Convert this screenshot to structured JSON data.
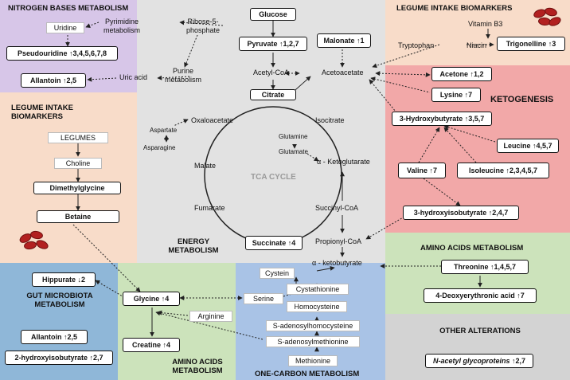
{
  "regions": {
    "nitrogen": {
      "title": "NITROGEN BASES METABOLISM",
      "color": "#d7c6e8"
    },
    "legume_top": {
      "title": "LEGUME INTAKE BIOMARKERS",
      "color": "#f8dcc9"
    },
    "legume_left": {
      "title": "LEGUME INTAKE BIOMARKERS",
      "color": "#f8dcc9"
    },
    "energy": {
      "title": "ENERGY METABOLISM",
      "color": "#e2e2e2"
    },
    "ketogenesis": {
      "title": "KETOGENESIS",
      "color": "#f2a8a8"
    },
    "amino_right": {
      "title": "AMINO ACIDS METABOLISM",
      "color": "#cce3bb"
    },
    "gut": {
      "title": "GUT MICROBIOTA METABOLISM",
      "color": "#8fb7d8"
    },
    "amino_bottom": {
      "title": "AMINO ACIDS METABOLISM",
      "color": "#cce3bb"
    },
    "onecarbon": {
      "title": "ONE-CARBON METABOLISM",
      "color": "#a9c3e6"
    },
    "other": {
      "title": "OTHER ALTERATIONS",
      "color": "#d3d3d3"
    }
  },
  "tca_label": "TCA CYCLE",
  "nodes": {
    "uridine": "Uridine",
    "pyrimidine": "Pyrimidine metabolism",
    "ribose": "Ribose-5-phosphate",
    "pseudouridine": {
      "name": "Pseudouridine",
      "change": "↑3,4,5,6,7,8"
    },
    "purine": "Purine metabolism",
    "uric_acid": "Uric acid",
    "allantoin_top": {
      "name": "Allantoin",
      "change": "↑2,5"
    },
    "glucose": "Glucose",
    "pyruvate": {
      "name": "Pyruvate",
      "change": "↑1,2,7"
    },
    "malonate": {
      "name": "Malonate",
      "change": "↑1"
    },
    "acetyl_coa": "Acetyl-CoA",
    "acetoacetate": "Acetoacetate",
    "vitamin_b3": "Vitamin B3",
    "tryptophan": "Tryptophan",
    "niacin": "Niacin",
    "trigonelline": {
      "name": "Trigonelline",
      "change": "↑3"
    },
    "acetone": {
      "name": "Acetone",
      "change": "↑1,2"
    },
    "lysine": {
      "name": "Lysine",
      "change": "↑7"
    },
    "hydroxybutyrate": {
      "name": "3-Hydroxybutyrate",
      "change": "↑3,5,7"
    },
    "leucine": {
      "name": "Leucine",
      "change": "↑4,5,7"
    },
    "valine": {
      "name": "Valine",
      "change": "↑7"
    },
    "isoleucine": {
      "name": "Isoleucine",
      "change": "↑2,3,4,5,7"
    },
    "hydroxyisobutyrate": {
      "name": "3-hydroxyisobutyrate",
      "change": "↑2,4,7"
    },
    "citrate": "Citrate",
    "oxaloacetate": "Oxaloacetate",
    "isocitrate": "Isocitrate",
    "aspartate": "Aspartate",
    "asparagine": "Asparagine",
    "glutamine": "Glutamine",
    "glutamate": "Glutamate",
    "ketoglutarate": "α - Ketoglutarate",
    "malate": "Malate",
    "fumarate": "Fumarate",
    "succinyl_coa": "Succinyl-CoA",
    "succinate": {
      "name": "Succinate",
      "change": "↑4"
    },
    "propionyl_coa": "Propionyl-CoA",
    "legumes": "LEGUMES",
    "choline": "Choline",
    "dimethylglycine": "Dimethylglycine",
    "betaine": "Betaine",
    "threonine": {
      "name": "Threonine",
      "change": "↑1,4,5,7"
    },
    "deoxyerythronic": {
      "name": "4-Deoxyerythronic acid",
      "change": "↑7"
    },
    "ketobutyrate": "α - ketobutyrate",
    "cystein": "Cystein",
    "cystathionine": "Cystathionine",
    "serine": "Serine",
    "homocysteine": "Homocysteine",
    "sah": "S-adenosylhomocysteine",
    "sam": "S-adenosylmethionine",
    "methionine": "Methionine",
    "hippurate": {
      "name": "Hippurate",
      "change": "↓2"
    },
    "allantoin_bottom": {
      "name": "Allantoin",
      "change": "↑2,5"
    },
    "hydroxyisobutyrate2": {
      "name": "2-hydroxyisobutyrate",
      "change": "↑2,7"
    },
    "glycine": {
      "name": "Glycine",
      "change": "↑4"
    },
    "arginine": "Arginine",
    "creatine": {
      "name": "Creatine",
      "change": "↑4"
    },
    "acetyl_glyco": {
      "name": "N-acetyl glycoproteins",
      "change": "↑2,7"
    }
  }
}
